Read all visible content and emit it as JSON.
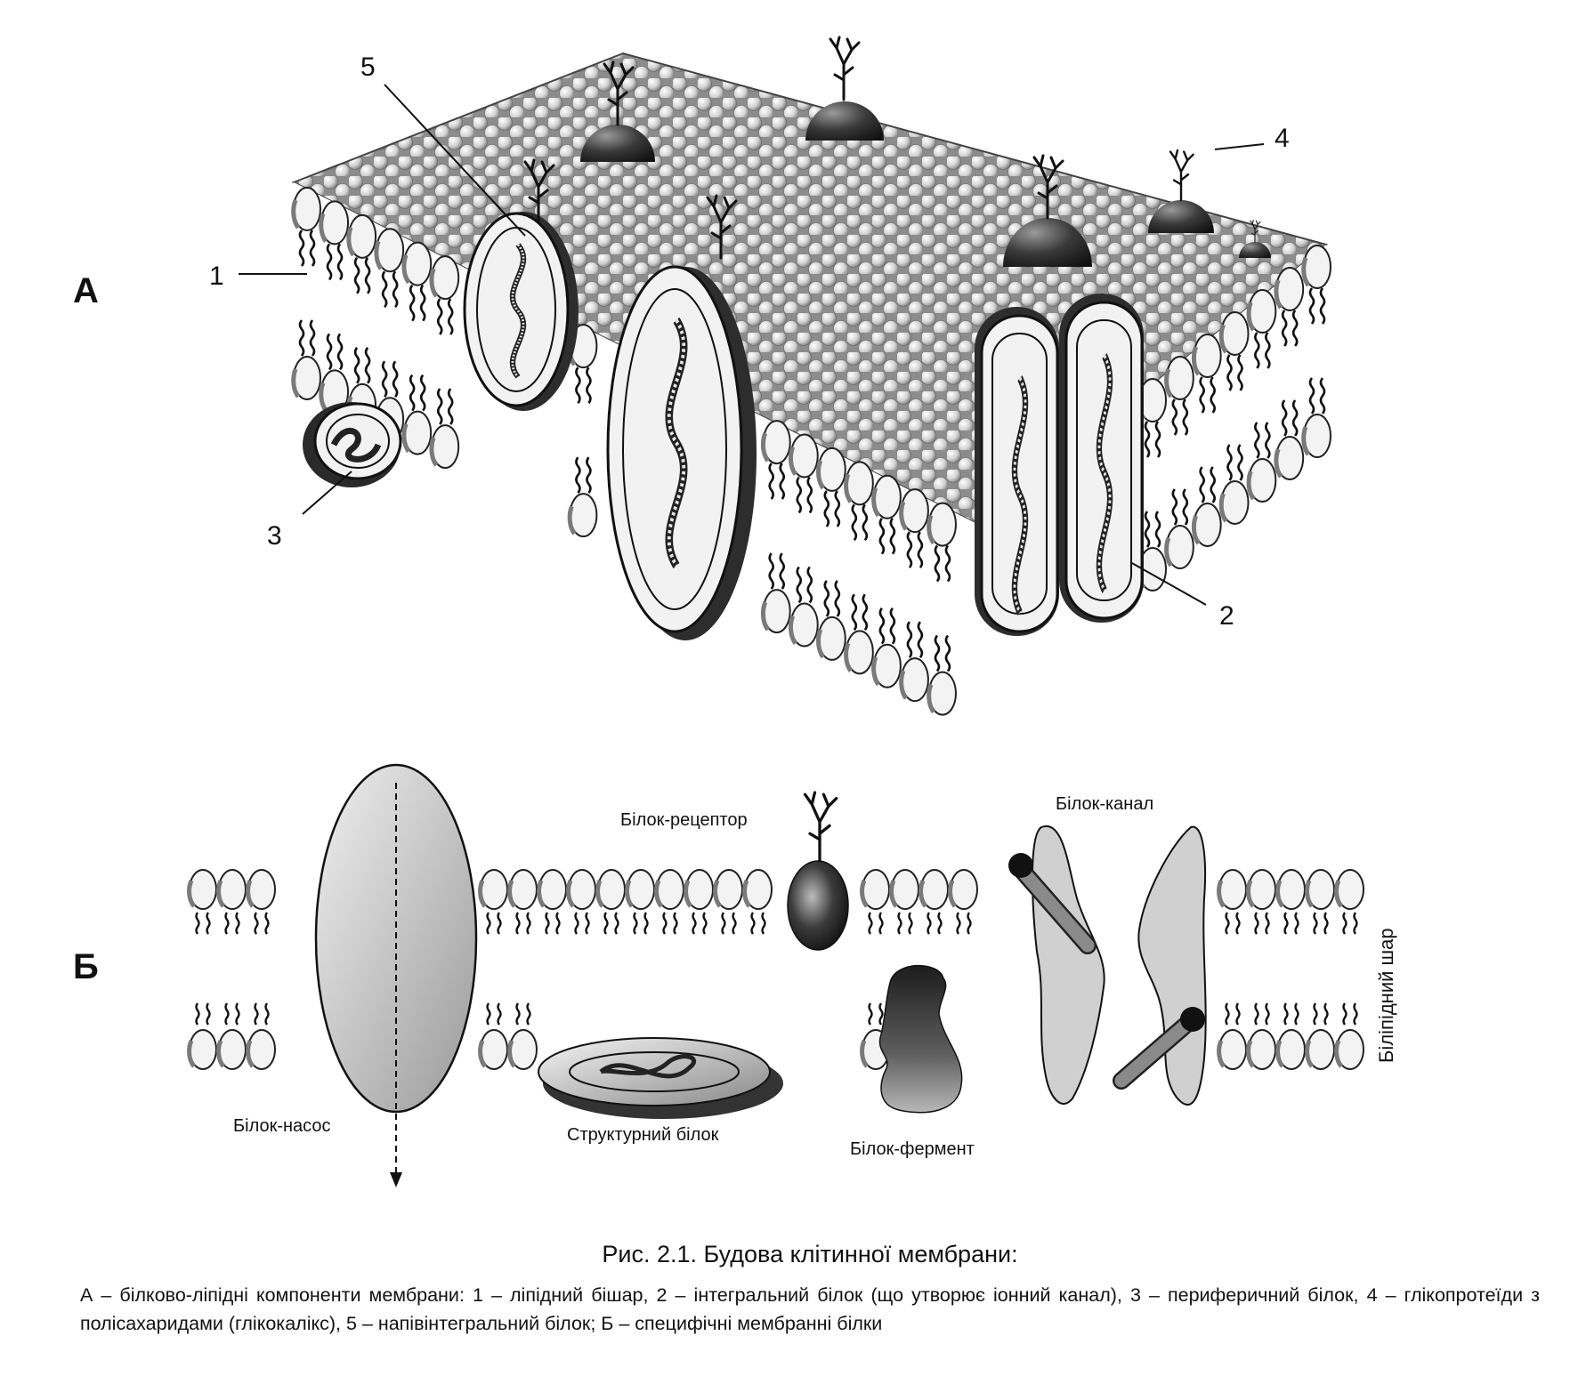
{
  "panel_a": {
    "letter": "А",
    "labels": {
      "l1": "1",
      "l2": "2",
      "l3": "3",
      "l4": "4",
      "l5": "5"
    }
  },
  "panel_b": {
    "letter": "Б",
    "labels": {
      "pump": "Білок-насос",
      "structural": "Структурний білок",
      "receptor": "Білок-рецептор",
      "enzyme": "Білок-фермент",
      "channel": "Білок-канал",
      "bilayer": "Біліпідний шар"
    }
  },
  "caption": {
    "title": "Рис. 2.1. Будова клітинної мембрани:",
    "body": "А – білково-ліпідні компоненти мембрани: 1 – ліпідний бішар, 2 – інтегральний білок (що утворює іонний канал), 3 – периферичний білок, 4 – глікопротеїди з полісахаридами (глікокалікс), 5 – напівінтегральний білок; Б – специфічні мембранні білки"
  }
}
